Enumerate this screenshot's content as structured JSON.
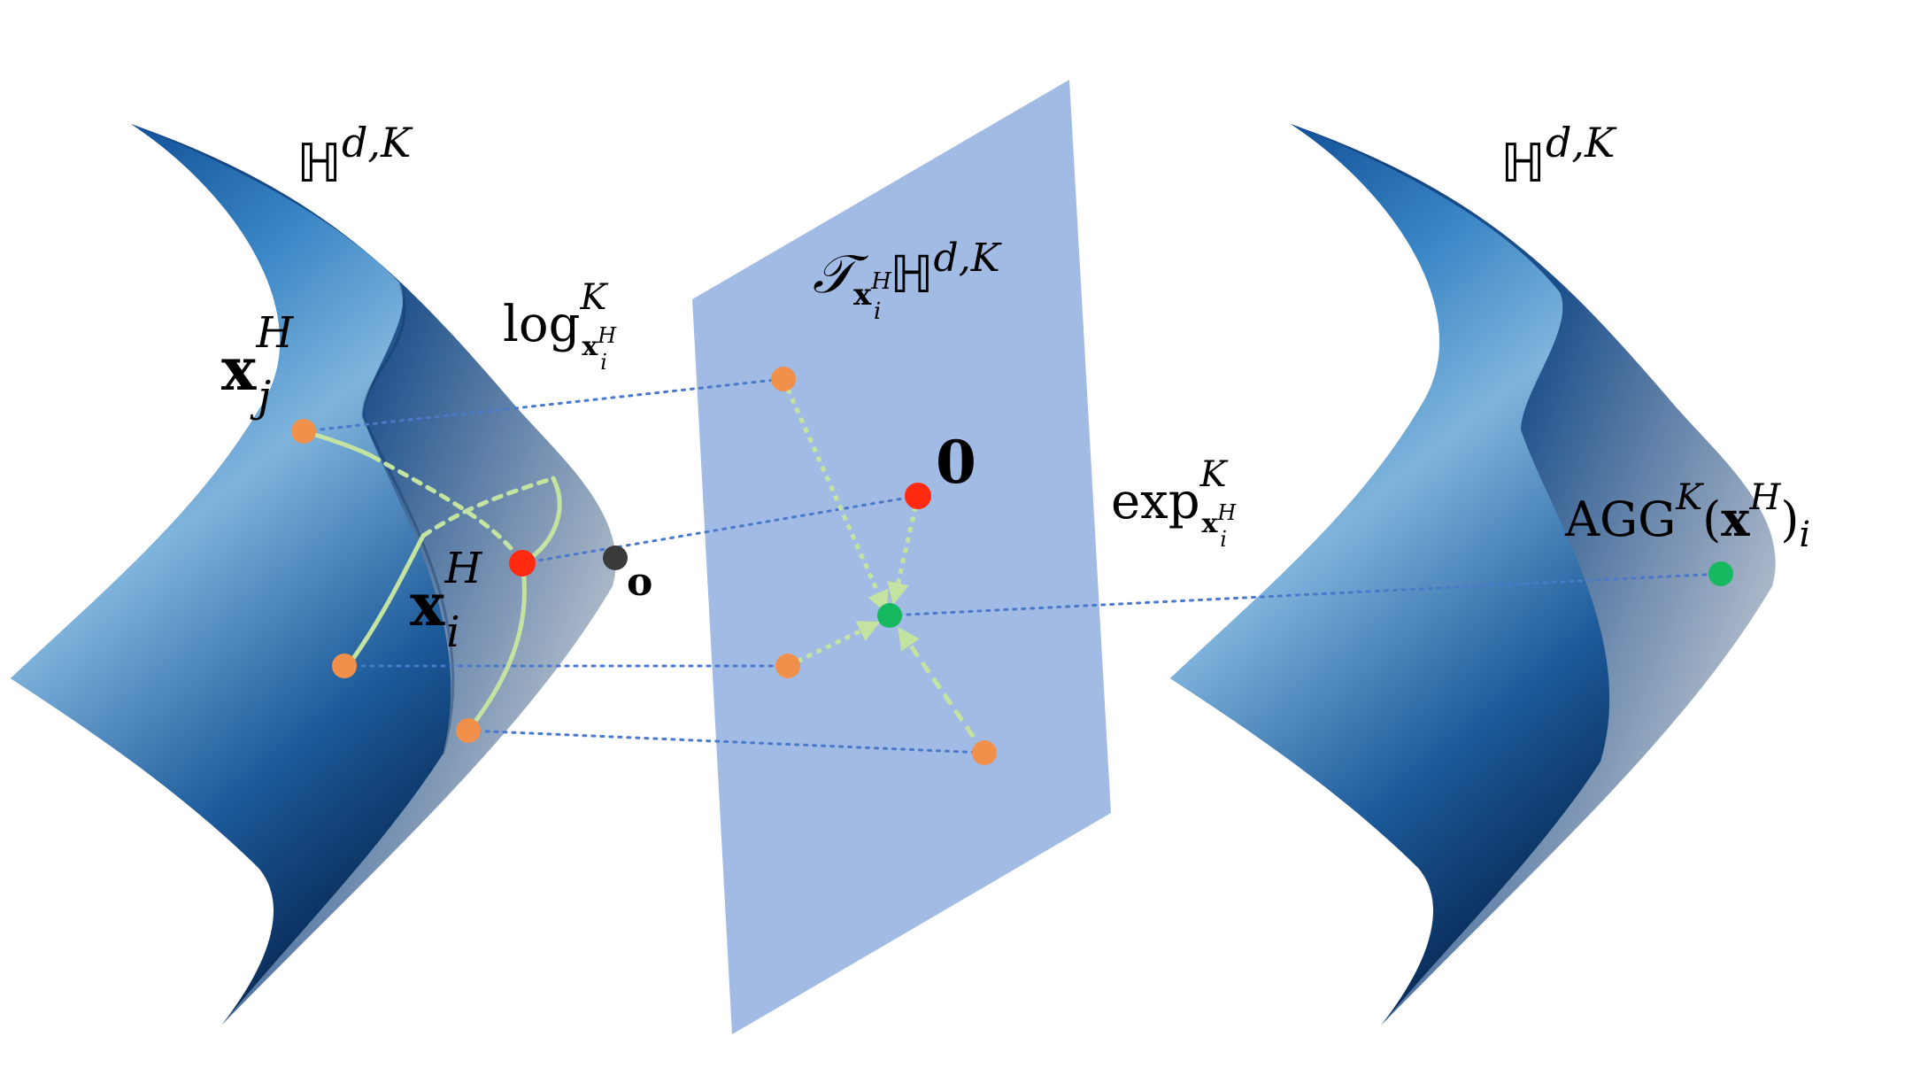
{
  "manifold_left": {
    "symbol": "ℍ",
    "superscript": "d,K"
  },
  "manifold_right": {
    "symbol": "ℍ",
    "superscript": "d,K"
  },
  "tangent_space": {
    "symbol": "𝒯",
    "subscript_base": "x",
    "subscript_script": "i",
    "subscript_sup": "H",
    "space": "ℍ",
    "superscript": "d,K"
  },
  "log_map": {
    "name": "log",
    "superscript": "K",
    "subscript_base": "x",
    "subscript_script": "i",
    "subscript_sup": "H"
  },
  "exp_map": {
    "name": "exp",
    "superscript": "K",
    "subscript_base": "x",
    "subscript_script": "i",
    "subscript_sup": "H"
  },
  "point_labels": {
    "xj": {
      "base": "x",
      "sub": "j",
      "sup": "H"
    },
    "xi": {
      "base": "x",
      "sub": "i",
      "sup": "H"
    },
    "origin_manifold": "o",
    "origin_tangent": "0"
  },
  "aggregation": {
    "name": "AGG",
    "superscript": "K",
    "open": "(",
    "arg": "x",
    "arg_sup": "H",
    "close": ")",
    "subscript": "i"
  },
  "colors": {
    "neighbor_point": "#f0904a",
    "center_point": "#ff2a10",
    "origin_point": "#3a3a3a",
    "aggregated_point": "#16b860",
    "geodesic": "#c4e3a1",
    "projection_line": "#4a79cc",
    "tangent_plane": "#a2bbe4",
    "manifold_dark": "#0b2f5e",
    "manifold_light": "#6aaad6"
  },
  "icons": [
    "manifold-surface",
    "tangent-plane"
  ]
}
